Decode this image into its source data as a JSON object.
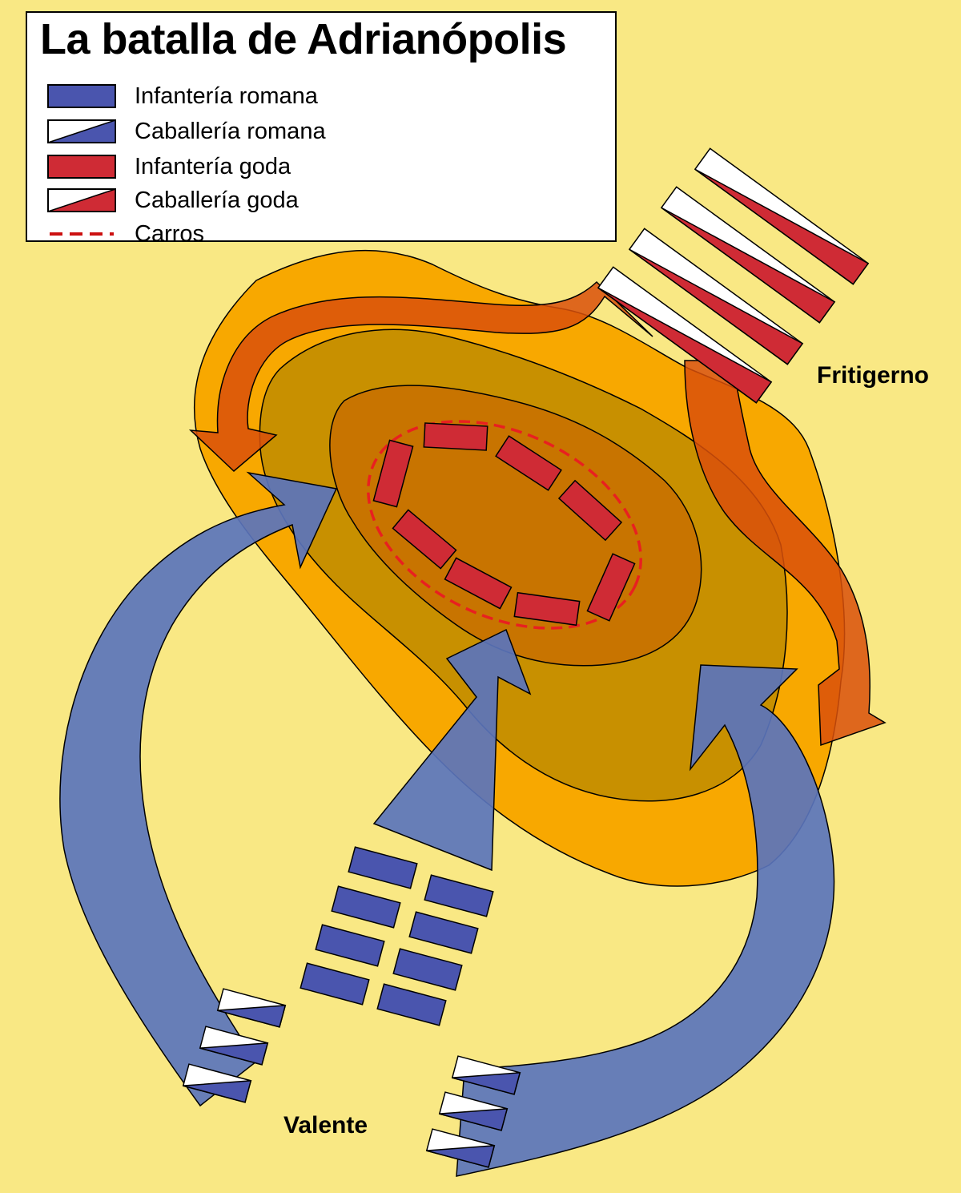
{
  "map": {
    "title": "La batalla de Adrianópolis",
    "legend": [
      {
        "key": "infantry-roman",
        "label": "Infantería romana"
      },
      {
        "key": "cavalry-roman",
        "label": "Caballería romana"
      },
      {
        "key": "infantry-goth",
        "label": "Infantería goda"
      },
      {
        "key": "cavalry-goth",
        "label": "Caballería goda"
      },
      {
        "key": "wagons",
        "label": "Carros"
      }
    ],
    "leaders": {
      "goth": "Fritigerno",
      "roman": "Valente"
    }
  },
  "colors": {
    "background": "#f9e884",
    "terrain_outer": "#f8a800",
    "terrain_middle": "#c89000",
    "terrain_inner": "#c87400",
    "roman": "#4a55ae",
    "roman_arrow": "#5a74bc",
    "goth": "#cf2b35",
    "goth_arrow": "#d9500a",
    "wagons": "#e82020"
  }
}
